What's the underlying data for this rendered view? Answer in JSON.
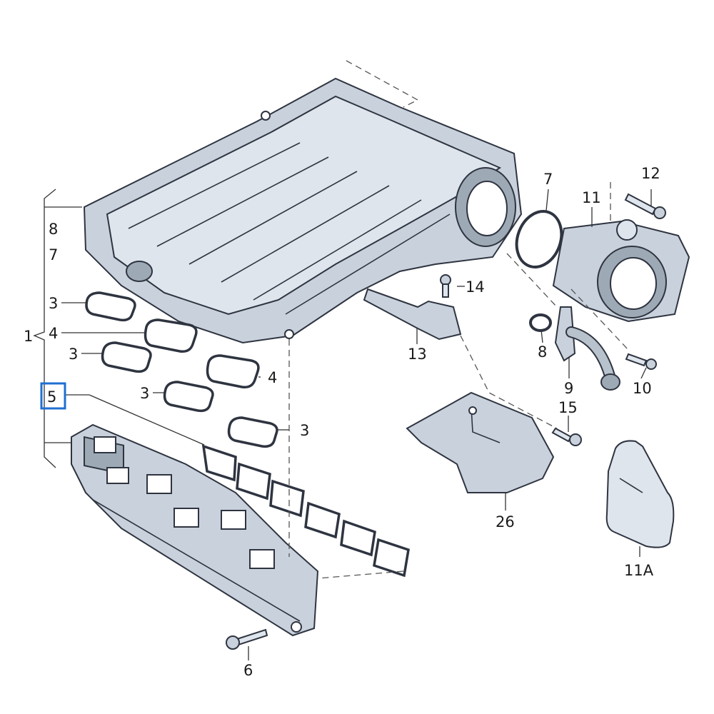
{
  "labels": {
    "c1": "1",
    "c3a": "3",
    "c3b": "3",
    "c3c": "3",
    "c3d": "3",
    "c4a": "4",
    "c4b": "4",
    "c5": "5",
    "c6": "6",
    "c7a": "7",
    "c7b": "7",
    "c8a": "8",
    "c8b": "8",
    "c9": "9",
    "c10": "10",
    "c11": "11",
    "c11a": "11A",
    "c12": "12",
    "c13": "13",
    "c14": "14",
    "c15": "15",
    "c26": "26"
  },
  "highlight": {
    "callout": "5",
    "color": "#1f6fd1"
  }
}
